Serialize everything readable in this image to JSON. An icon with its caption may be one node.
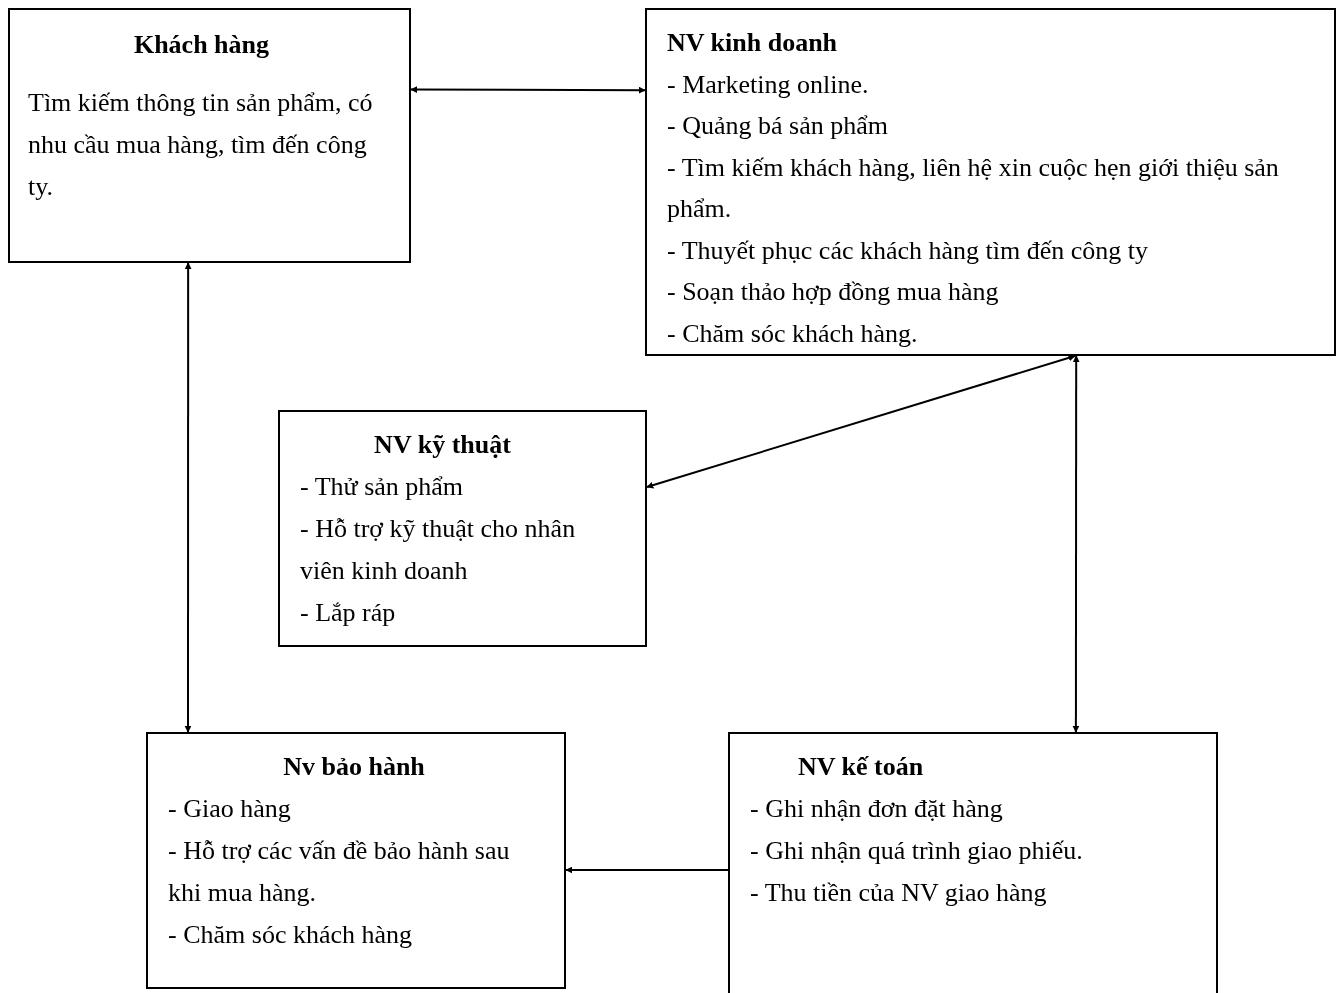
{
  "diagram": {
    "nodes": [
      {
        "text": [
          "Khách hàng",
          "Tìm kiếm thông tin sản phẩm, có nhu cầu mua hàng, tìm đến công ty."
        ]
      },
      {
        "text": [
          "NV kinh doanh",
          "- Marketing online.",
          "- Quảng bá sản phẩm",
          "- Tìm kiếm khách hàng, liên hệ xin cuộc hẹn giới thiệu sản phẩm.",
          "- Thuyết phục các khách hàng tìm đến công ty",
          "- Soạn thảo hợp đồng mua hàng",
          "- Chăm sóc khách hàng."
        ]
      },
      {
        "text": [
          "NV kỹ thuật",
          "- Thử sản phẩm",
          "- Hỗ trợ kỹ thuật cho nhân viên kinh doanh",
          "- Lắp ráp"
        ]
      },
      {
        "text": [
          "Nv bảo hành",
          "- Giao hàng",
          "- Hỗ trợ các vấn đề bảo hành sau khi mua hàng.",
          "- Chăm sóc khách hàng"
        ]
      },
      {
        "text": [
          "NV kế toán",
          "- Ghi nhận đơn đặt hàng",
          "- Ghi nhận quá trình giao phiếu.",
          "- Thu tiền của NV giao hàng"
        ]
      }
    ],
    "edges": [
      {
        "from": 0,
        "to": 1,
        "arrow": "both"
      },
      {
        "from": 0,
        "to": 3,
        "arrow": "both"
      },
      {
        "from": 1,
        "to": 2,
        "arrow": "both"
      },
      {
        "from": 1,
        "to": 4,
        "arrow": "both"
      },
      {
        "from": 4,
        "to": 3,
        "arrow": "to"
      }
    ]
  }
}
